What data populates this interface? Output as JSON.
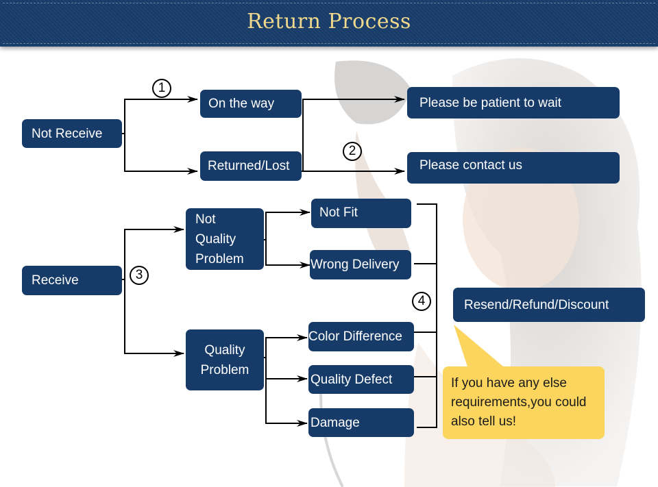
{
  "header": {
    "title": "Return Process"
  },
  "colors": {
    "box": "#173b68",
    "title": "#f0d88c",
    "bubble": "#fcd55f"
  },
  "markers": [
    "1",
    "2",
    "3",
    "4"
  ],
  "boxes": {
    "not_receive": "Not Receive",
    "on_the_way": "On the way",
    "returned_lost": "Returned/Lost",
    "be_patient": "Please be patient to wait",
    "contact_us": "Please contact us",
    "receive": "Receive",
    "not_quality_problem": "Not\nQuality\nProblem",
    "quality_problem": "Quality\nProblem",
    "not_fit": "Not Fit",
    "wrong_delivery": "Wrong Delivery",
    "color_difference": "Color Difference",
    "quality_defect": "Quality Defect",
    "damage": "Damage",
    "resend": "Resend/Refund/Discount"
  },
  "bubble": {
    "text": "If you have any else requirements,you could also tell us!"
  }
}
